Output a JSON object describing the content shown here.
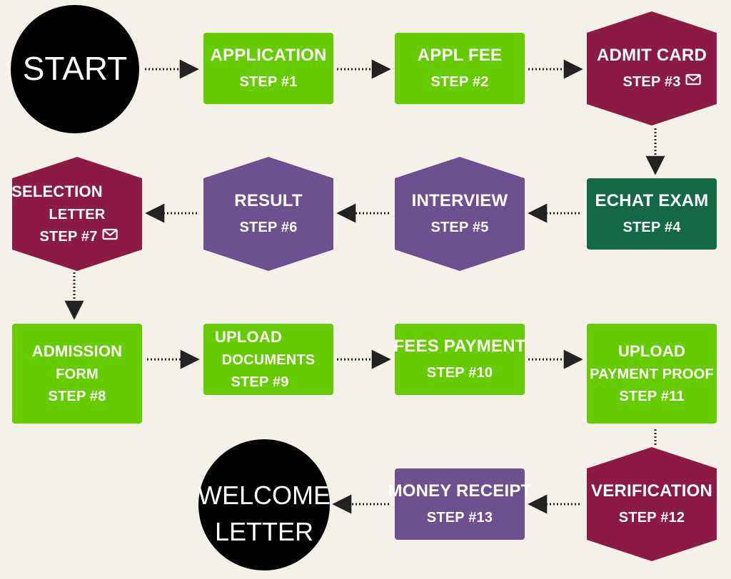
{
  "flowchart": {
    "start": {
      "label": "START"
    },
    "end": {
      "line1": "WELCOME",
      "line2": "LETTER"
    },
    "colors": {
      "background": "#f4f1e8",
      "green": "#66cc00",
      "maroon": "#8b1a45",
      "purple": "#6e4f8f",
      "dark_green": "#136845",
      "black": "#000000",
      "connector": "#222222"
    },
    "steps": [
      {
        "id": "step-1",
        "lines": [
          "APPLICATION",
          "STEP #1"
        ],
        "color": "green",
        "shape": "rect",
        "icon": null
      },
      {
        "id": "step-2",
        "lines": [
          "APPL FEE",
          "STEP #2"
        ],
        "color": "green",
        "shape": "rect",
        "icon": null
      },
      {
        "id": "step-3",
        "lines": [
          "ADMIT CARD",
          "STEP #3"
        ],
        "color": "maroon",
        "shape": "hex",
        "icon": "envelope-icon"
      },
      {
        "id": "step-4",
        "lines": [
          "ECHAT EXAM",
          "STEP #4"
        ],
        "color": "dark_green",
        "shape": "rect",
        "icon": null
      },
      {
        "id": "step-5",
        "lines": [
          "INTERVIEW",
          "STEP #5"
        ],
        "color": "purple",
        "shape": "hex",
        "icon": null
      },
      {
        "id": "step-6",
        "lines": [
          "RESULT",
          "STEP #6"
        ],
        "color": "purple",
        "shape": "hex",
        "icon": null
      },
      {
        "id": "step-7",
        "lines": [
          "SELECTION",
          "LETTER",
          "STEP #7"
        ],
        "color": "maroon",
        "shape": "hex",
        "icon": "envelope-icon"
      },
      {
        "id": "step-8",
        "lines": [
          "ADMISSION",
          "FORM",
          "STEP #8"
        ],
        "color": "green",
        "shape": "rect",
        "icon": null
      },
      {
        "id": "step-9",
        "lines": [
          "UPLOAD",
          "DOCUMENTS",
          "STEP #9"
        ],
        "color": "green",
        "shape": "rect",
        "icon": null
      },
      {
        "id": "step-10",
        "lines": [
          "FEES PAYMENT",
          "STEP #10"
        ],
        "color": "green",
        "shape": "rect",
        "icon": null
      },
      {
        "id": "step-11",
        "lines": [
          "UPLOAD",
          "PAYMENT PROOF",
          "STEP #11"
        ],
        "color": "green",
        "shape": "rect",
        "icon": null
      },
      {
        "id": "step-12",
        "lines": [
          "VERIFICATION",
          "STEP #12"
        ],
        "color": "maroon",
        "shape": "hex",
        "icon": null
      },
      {
        "id": "step-13",
        "lines": [
          "MONEY RECEIPT",
          "STEP #13"
        ],
        "color": "purple",
        "shape": "rect",
        "icon": null
      }
    ]
  }
}
